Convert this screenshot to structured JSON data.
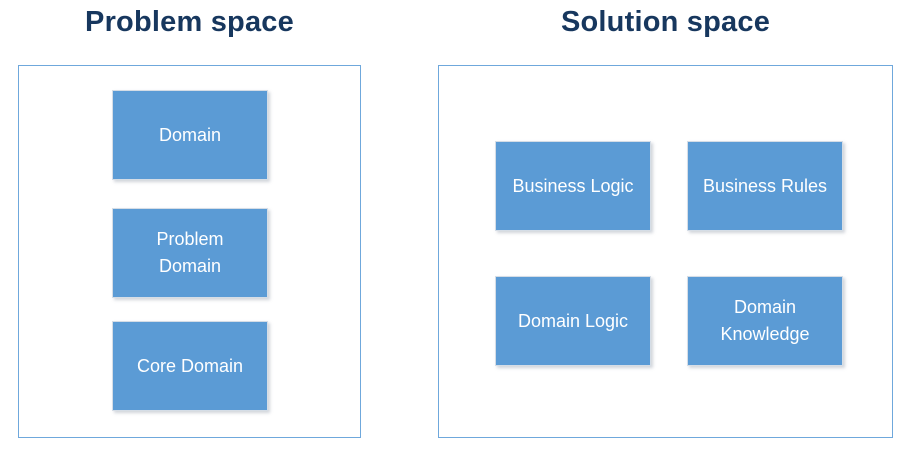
{
  "diagram": {
    "panels": [
      {
        "title": "Problem space",
        "boxes": [
          {
            "label": "Domain"
          },
          {
            "label": "Problem Domain"
          },
          {
            "label": "Core Domain"
          }
        ]
      },
      {
        "title": "Solution space",
        "boxes": [
          {
            "label": "Business Logic"
          },
          {
            "label": "Business Rules"
          },
          {
            "label": "Domain Logic"
          },
          {
            "label": "Domain Knowledge"
          }
        ]
      }
    ]
  },
  "colors": {
    "title_text": "#17375E",
    "panel_border": "#6FA8DC",
    "box_fill": "#5B9BD5",
    "box_border": "#D5DDE6",
    "box_text": "#FFFFFF",
    "background": "#FFFFFF"
  }
}
